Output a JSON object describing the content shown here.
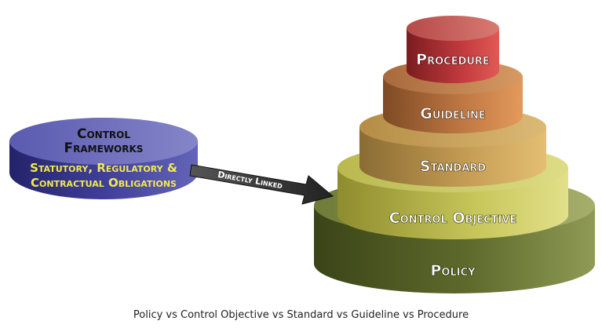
{
  "framework": {
    "title_line1": "Control",
    "title_line2": "Frameworks",
    "subtitle_line1": "Statutory, Regulatory &",
    "subtitle_line2": "Contractual Obligations"
  },
  "arrow": {
    "label": "Directly Linked"
  },
  "tiers": [
    {
      "label": "Procedure"
    },
    {
      "label": "Guideline"
    },
    {
      "label": "Standard"
    },
    {
      "label": "Control Objective"
    },
    {
      "label": "Policy"
    }
  ],
  "caption": "Policy vs Control Objective vs Standard vs Guideline vs Procedure",
  "colors": {
    "policy": "#5e6a2c",
    "control_objective": "#c7c65a",
    "standard": "#c79e55",
    "guideline": "#c27a44",
    "procedure": "#c23a3e",
    "framework": "#3f3f9a",
    "framework_text": "#f2e94e"
  }
}
